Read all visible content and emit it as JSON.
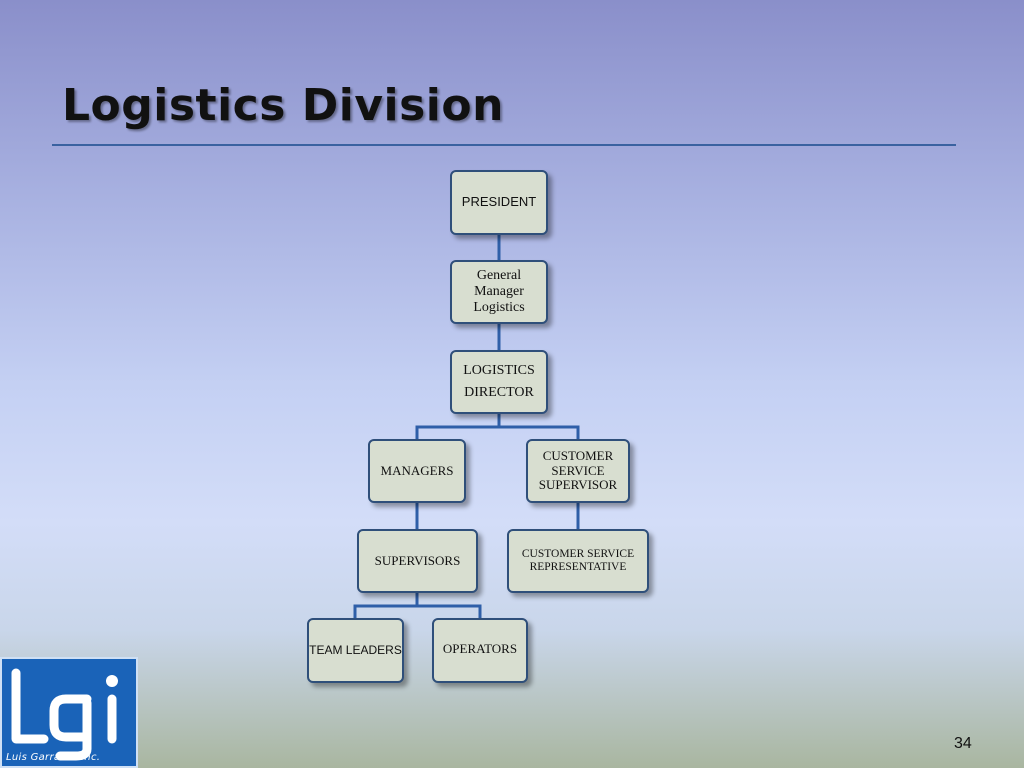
{
  "slide": {
    "title": "Logistics Division",
    "page_number": "34"
  },
  "org_chart": {
    "nodes": [
      {
        "id": "president",
        "label": "PRESIDENT"
      },
      {
        "id": "general-manager",
        "label": "General\nManager\nLogistics"
      },
      {
        "id": "logistics-director",
        "label": "LOGISTICS\nDIRECTOR"
      },
      {
        "id": "managers",
        "label": "MANAGERS"
      },
      {
        "id": "customer-service-supervisor",
        "label": "CUSTOMER\nSERVICE\nSUPERVISOR"
      },
      {
        "id": "supervisors",
        "label": "SUPERVISORS"
      },
      {
        "id": "customer-service-representative",
        "label": "CUSTOMER SERVICE\nREPRESENTATIVE"
      },
      {
        "id": "team-leaders",
        "label": "TEAM LEADERS"
      },
      {
        "id": "operators",
        "label": "OPERATORS"
      }
    ],
    "edges": [
      [
        "president",
        "general-manager"
      ],
      [
        "general-manager",
        "logistics-director"
      ],
      [
        "logistics-director",
        "managers"
      ],
      [
        "logistics-director",
        "customer-service-supervisor"
      ],
      [
        "managers",
        "supervisors"
      ],
      [
        "customer-service-supervisor",
        "customer-service-representative"
      ],
      [
        "supervisors",
        "team-leaders"
      ],
      [
        "supervisors",
        "operators"
      ]
    ],
    "colors": {
      "box_fill": "#d8ded0",
      "box_border": "#2f4f7a",
      "connector": "#2f5fa8"
    }
  },
  "logo": {
    "mark": "Lgi",
    "caption": "Luis Garratón Inc."
  }
}
